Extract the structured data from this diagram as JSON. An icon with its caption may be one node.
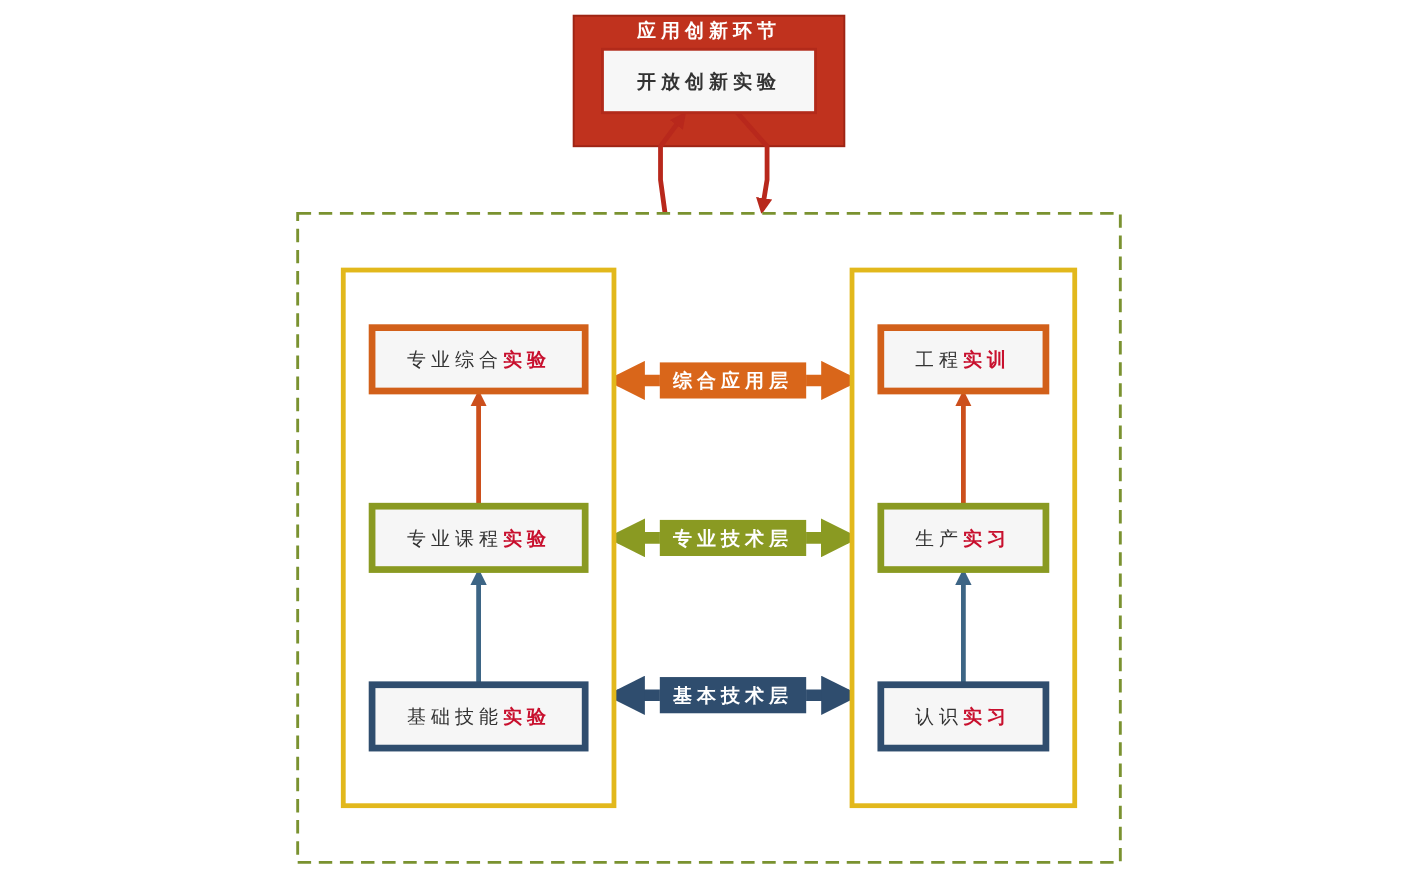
{
  "diagram": {
    "nodes": [
      {
        "text": [
          "应用创新环节"
        ]
      },
      {
        "text": [
          "开放创新实验"
        ],
        "in": 0
      },
      {
        "text": [],
        "shape": "box"
      },
      {
        "text": [],
        "shape": "box",
        "in": 2
      },
      {
        "text": [
          "专业综合**实验**"
        ],
        "in": 3
      },
      {
        "text": [
          "专业课程**实验**"
        ],
        "in": 3
      },
      {
        "text": [
          "基础技能**实验**"
        ],
        "in": 3
      },
      {
        "text": [],
        "shape": "box",
        "in": 2
      },
      {
        "text": [
          "工程**实训**"
        ],
        "in": 7
      },
      {
        "text": [
          "生产**实习**"
        ],
        "in": 7
      },
      {
        "text": [
          "认识**实习**"
        ],
        "in": 7
      }
    ],
    "edges": [
      {
        "from": 2,
        "to": 1,
        "arrow": "to",
        "color": "#b8281c"
      },
      {
        "from": 1,
        "to": 2,
        "arrow": "to",
        "color": "#b8281c"
      },
      {
        "from": 5,
        "to": 4,
        "arrow": "to",
        "color": "#cc4f1c"
      },
      {
        "from": 6,
        "to": 5,
        "arrow": "to",
        "color": "#3d6585"
      },
      {
        "from": 3,
        "to": 7,
        "arrow": "both",
        "label": "综合应用层",
        "style": "thick",
        "color": "#d9661a"
      },
      {
        "from": 3,
        "to": 7,
        "arrow": "both",
        "label": "专业技术层",
        "style": "thick",
        "color": "#8a9a22"
      },
      {
        "from": 3,
        "to": 7,
        "arrow": "both",
        "label": "基本技术层",
        "style": "thick",
        "color": "#2f4d6e"
      },
      {
        "from": 9,
        "to": 8,
        "arrow": "to",
        "color": "#cc4f1c"
      },
      {
        "from": 10,
        "to": 9,
        "arrow": "to",
        "color": "#3d6585"
      }
    ]
  }
}
